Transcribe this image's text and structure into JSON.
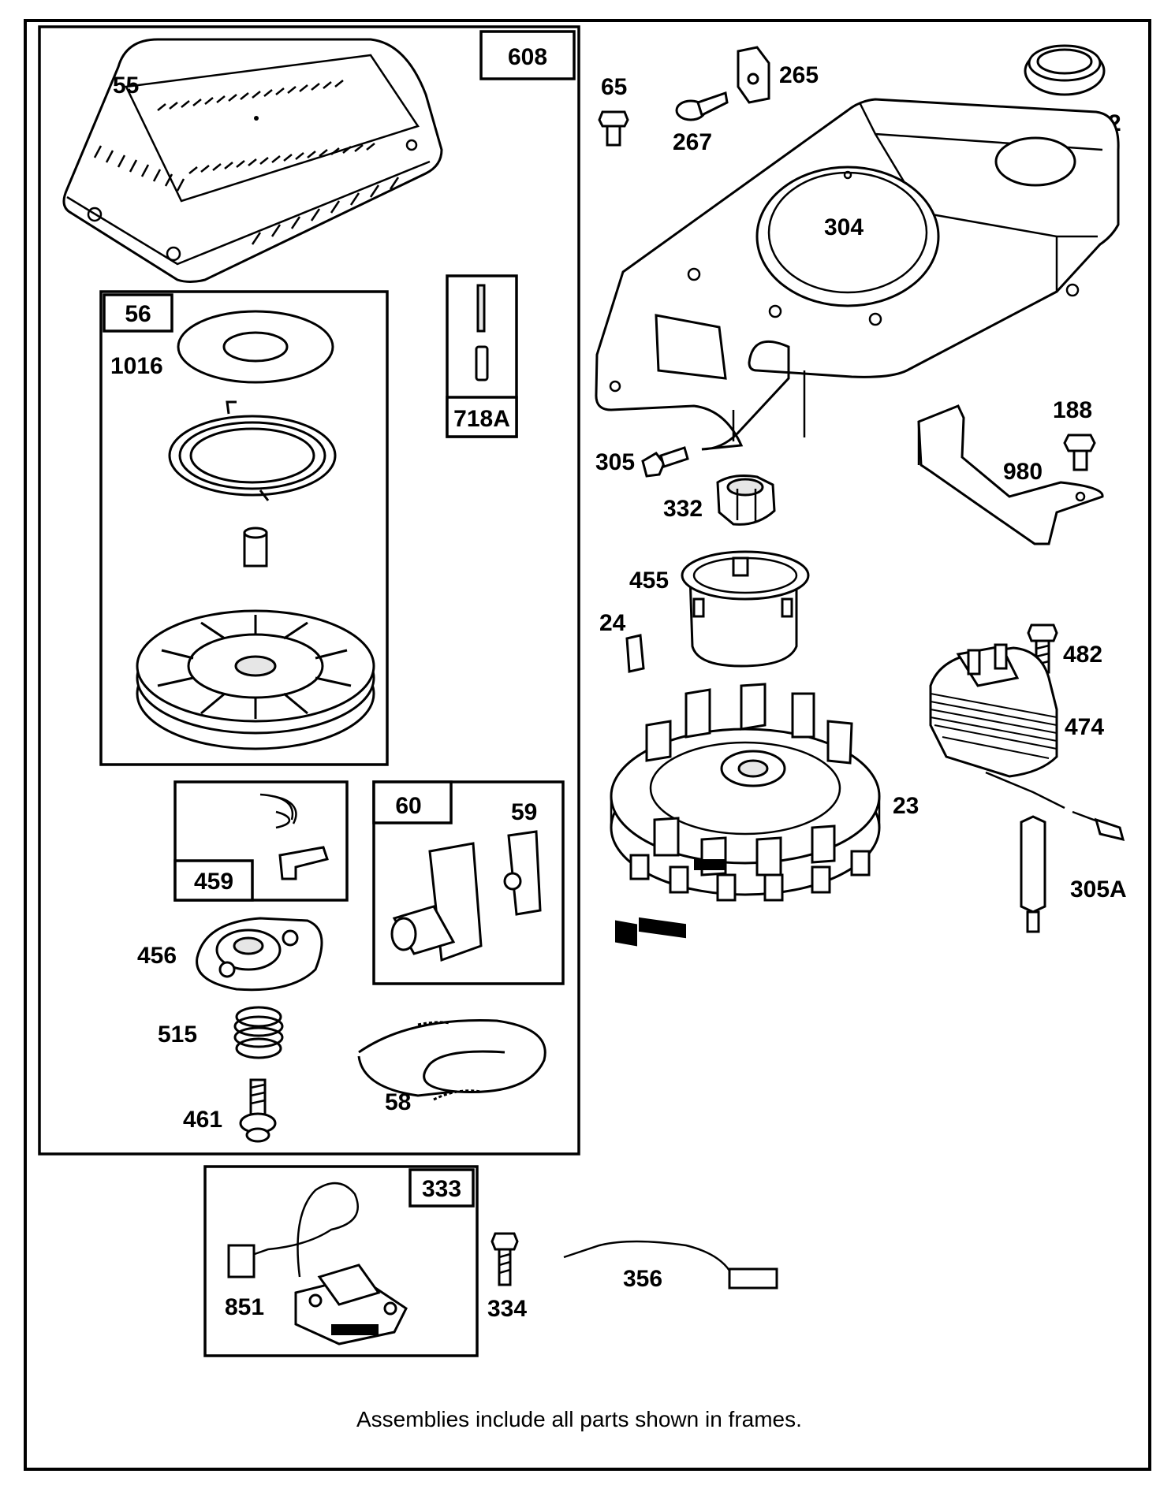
{
  "footer": "Assemblies include all parts shown in frames.",
  "frames": {
    "f608": "608",
    "f56": "56",
    "f718A": "718A",
    "f459": "459",
    "f60": "60",
    "f333": "333"
  },
  "parts": {
    "p55": "55",
    "p1016": "1016",
    "p456": "456",
    "p515": "515",
    "p461": "461",
    "p58": "58",
    "p59": "59",
    "p65": "65",
    "p267": "267",
    "p265": "265",
    "p1002": "1002",
    "p304": "304",
    "p305": "305",
    "p188": "188",
    "p980": "980",
    "p332": "332",
    "p455": "455",
    "p24": "24",
    "p482": "482",
    "p474": "474",
    "p23": "23",
    "p305A": "305A",
    "p851": "851",
    "p334": "334",
    "p356": "356"
  }
}
